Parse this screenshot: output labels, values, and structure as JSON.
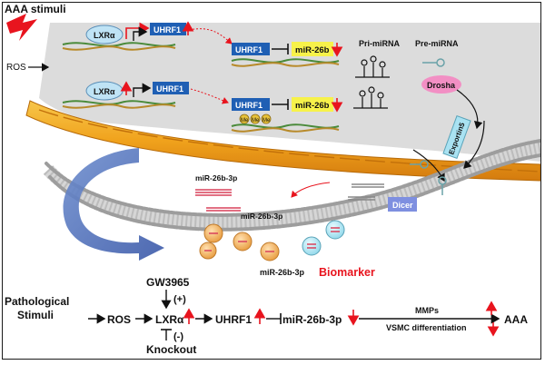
{
  "stimulus_title": "AAA stimuli",
  "nucleus": {
    "ros": "ROS",
    "lxra": "LXRα",
    "uhrf1": "UHRF1",
    "mir26b": "miR-26b",
    "pri_mirna": "Pri-miRNA",
    "pre_mirna": "Pre-miRNA",
    "drosha": "Drosha",
    "methyl_mark": "Me"
  },
  "cytoplasm": {
    "exportin5": "Exportin5",
    "dicer": "Dicer",
    "mir26b3p": "miR-26b-3p",
    "biomarker": "Biomarker"
  },
  "pathway": {
    "pathological_line1": "Pathological",
    "pathological_line2": "Stimuli",
    "ros": "ROS",
    "lxra": "LXRα",
    "uhrf1": "UHRF1",
    "mir": "miR-26b-3p",
    "aaa": "AAA",
    "gw3965": "GW3965",
    "plus": "(+)",
    "minus": "(-)",
    "knockout": "Knockout",
    "mmps": "MMPs",
    "vsmc": "VSMC differentiation"
  },
  "colors": {
    "up_arrow": "#e8141e",
    "uhrf1_box": "#1f5fb4",
    "mir_box": "#f7f24a",
    "lxr_ellipse": "#bfe3f5",
    "drosha": "#f28fc4",
    "dicer": "#7e8fe0",
    "exportin": "#a9e2f2",
    "biomarker_text": "#e8141e",
    "nuclear_envelope": "#f0a21c"
  }
}
